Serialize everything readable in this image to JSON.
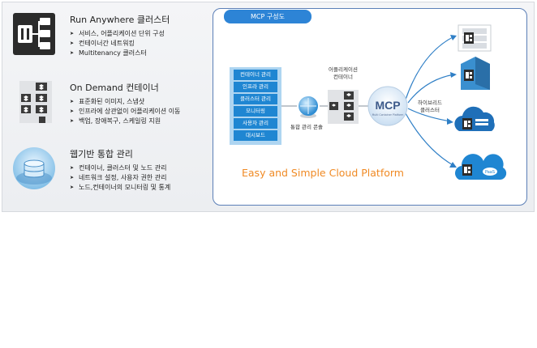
{
  "features": [
    {
      "title": "Run Anywhere 클러스터",
      "icon": "cluster-icon",
      "bullets": [
        "서비스, 어플리케이션 단위 구성",
        "컨테이너간 네트워킹",
        "Multitenancy 클러스터"
      ]
    },
    {
      "title": "On Demand 컨테이너",
      "icon": "container-stack-icon",
      "bullets": [
        "표준화된 이미지, 스냅샷",
        "인프라에 상관없이 어플리케이션 이동",
        "백업, 장애복구, 스케일링 지원"
      ]
    },
    {
      "title": "웹기반 통합 관리",
      "icon": "database-icon",
      "bullets": [
        "컨테이너, 클러스터 및 노드 관리",
        "네트워크 설정, 사용자 권한 관리",
        "노드,컨테이너의 모니터링 및 통계"
      ]
    }
  ],
  "diagram": {
    "title": "MCP 구성도",
    "menu_items": [
      "컨테이너 관리",
      "인프라 관리",
      "클러스터 관리",
      "모니터링",
      "사용자 관리",
      "대시보드"
    ],
    "console_label": "통합 관리 콘솔",
    "app_container_label": [
      "어플리케이션",
      "컨테이너"
    ],
    "hub_text": "MCP",
    "hub_subtext": "Multi Container Platform",
    "hybrid_label": [
      "하이브리드",
      "클러스터"
    ],
    "cloud_badge": "PaaS",
    "tagline": "Easy and Simple Cloud Platform"
  },
  "colors": {
    "accent_blue": "#2d84d6",
    "menu_blue": "#1f86d2",
    "menu_panel": "#aed5f1",
    "tagline_orange": "#f08a24",
    "frame_border": "#5b7fb7"
  }
}
